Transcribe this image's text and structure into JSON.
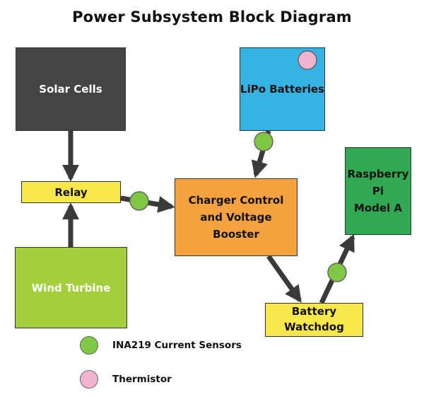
{
  "title": "Power Subsystem Block Diagram",
  "blocks": {
    "solar": "Solar Cells",
    "lipo": "LiPo Batteries",
    "relay": "Relay",
    "wind": "Wind Turbine",
    "charger": "Charger Control\nand Voltage\nBooster",
    "rpi": "Raspberry\nPi\nModel A",
    "watchdog": "Battery\nWatchdog"
  },
  "legend": [
    {
      "label": "INA219 Current Sensors",
      "color": "#7ec843"
    },
    {
      "label": "Thermistor",
      "color": "#f2b3ce"
    }
  ],
  "colors": {
    "sensor": "#7ec843",
    "thermistor": "#f2b3ce",
    "arrow": "#3a3a3a"
  }
}
